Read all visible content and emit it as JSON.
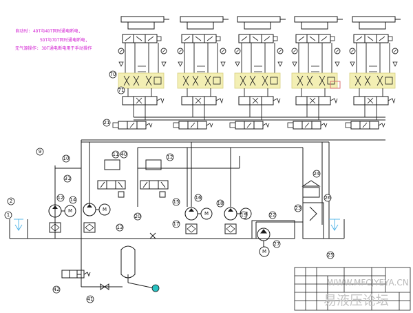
{
  "notes": [
    "自动时:  4DT与4DT同时通电断电,",
    "5DT与7DT同时通电断电,",
    "无气源操作: 3DT通电断电用于手动操作"
  ],
  "labels": {
    "n1": "1",
    "n2": "2",
    "n9": "9",
    "n10": "10",
    "n11": "11",
    "n12": "12",
    "n13": "13",
    "n14": "14",
    "n15": "15",
    "n16": "16",
    "n17": "17",
    "n18": "18",
    "n19": "19",
    "n20": "20",
    "n21": "21",
    "n22": "22",
    "n23": "23",
    "n24": "24",
    "n25": "25",
    "n26": "26",
    "n27": "27",
    "n31": "31",
    "n40": "40",
    "n41": "41",
    "n42": "42",
    "n70": "70",
    "n71": "71"
  },
  "watermark": {
    "line1": "WWW.MFCJYEYA.CN",
    "line2": "易液压论坛"
  },
  "colors": {
    "line": "#1a1a1a",
    "valve_highlight": "#f3efb4",
    "note_text": "#d21fd2",
    "accumulator_port": "#28c2c2",
    "filter_mark": "#5ab8e8",
    "watermark": "#b9b9b9"
  }
}
